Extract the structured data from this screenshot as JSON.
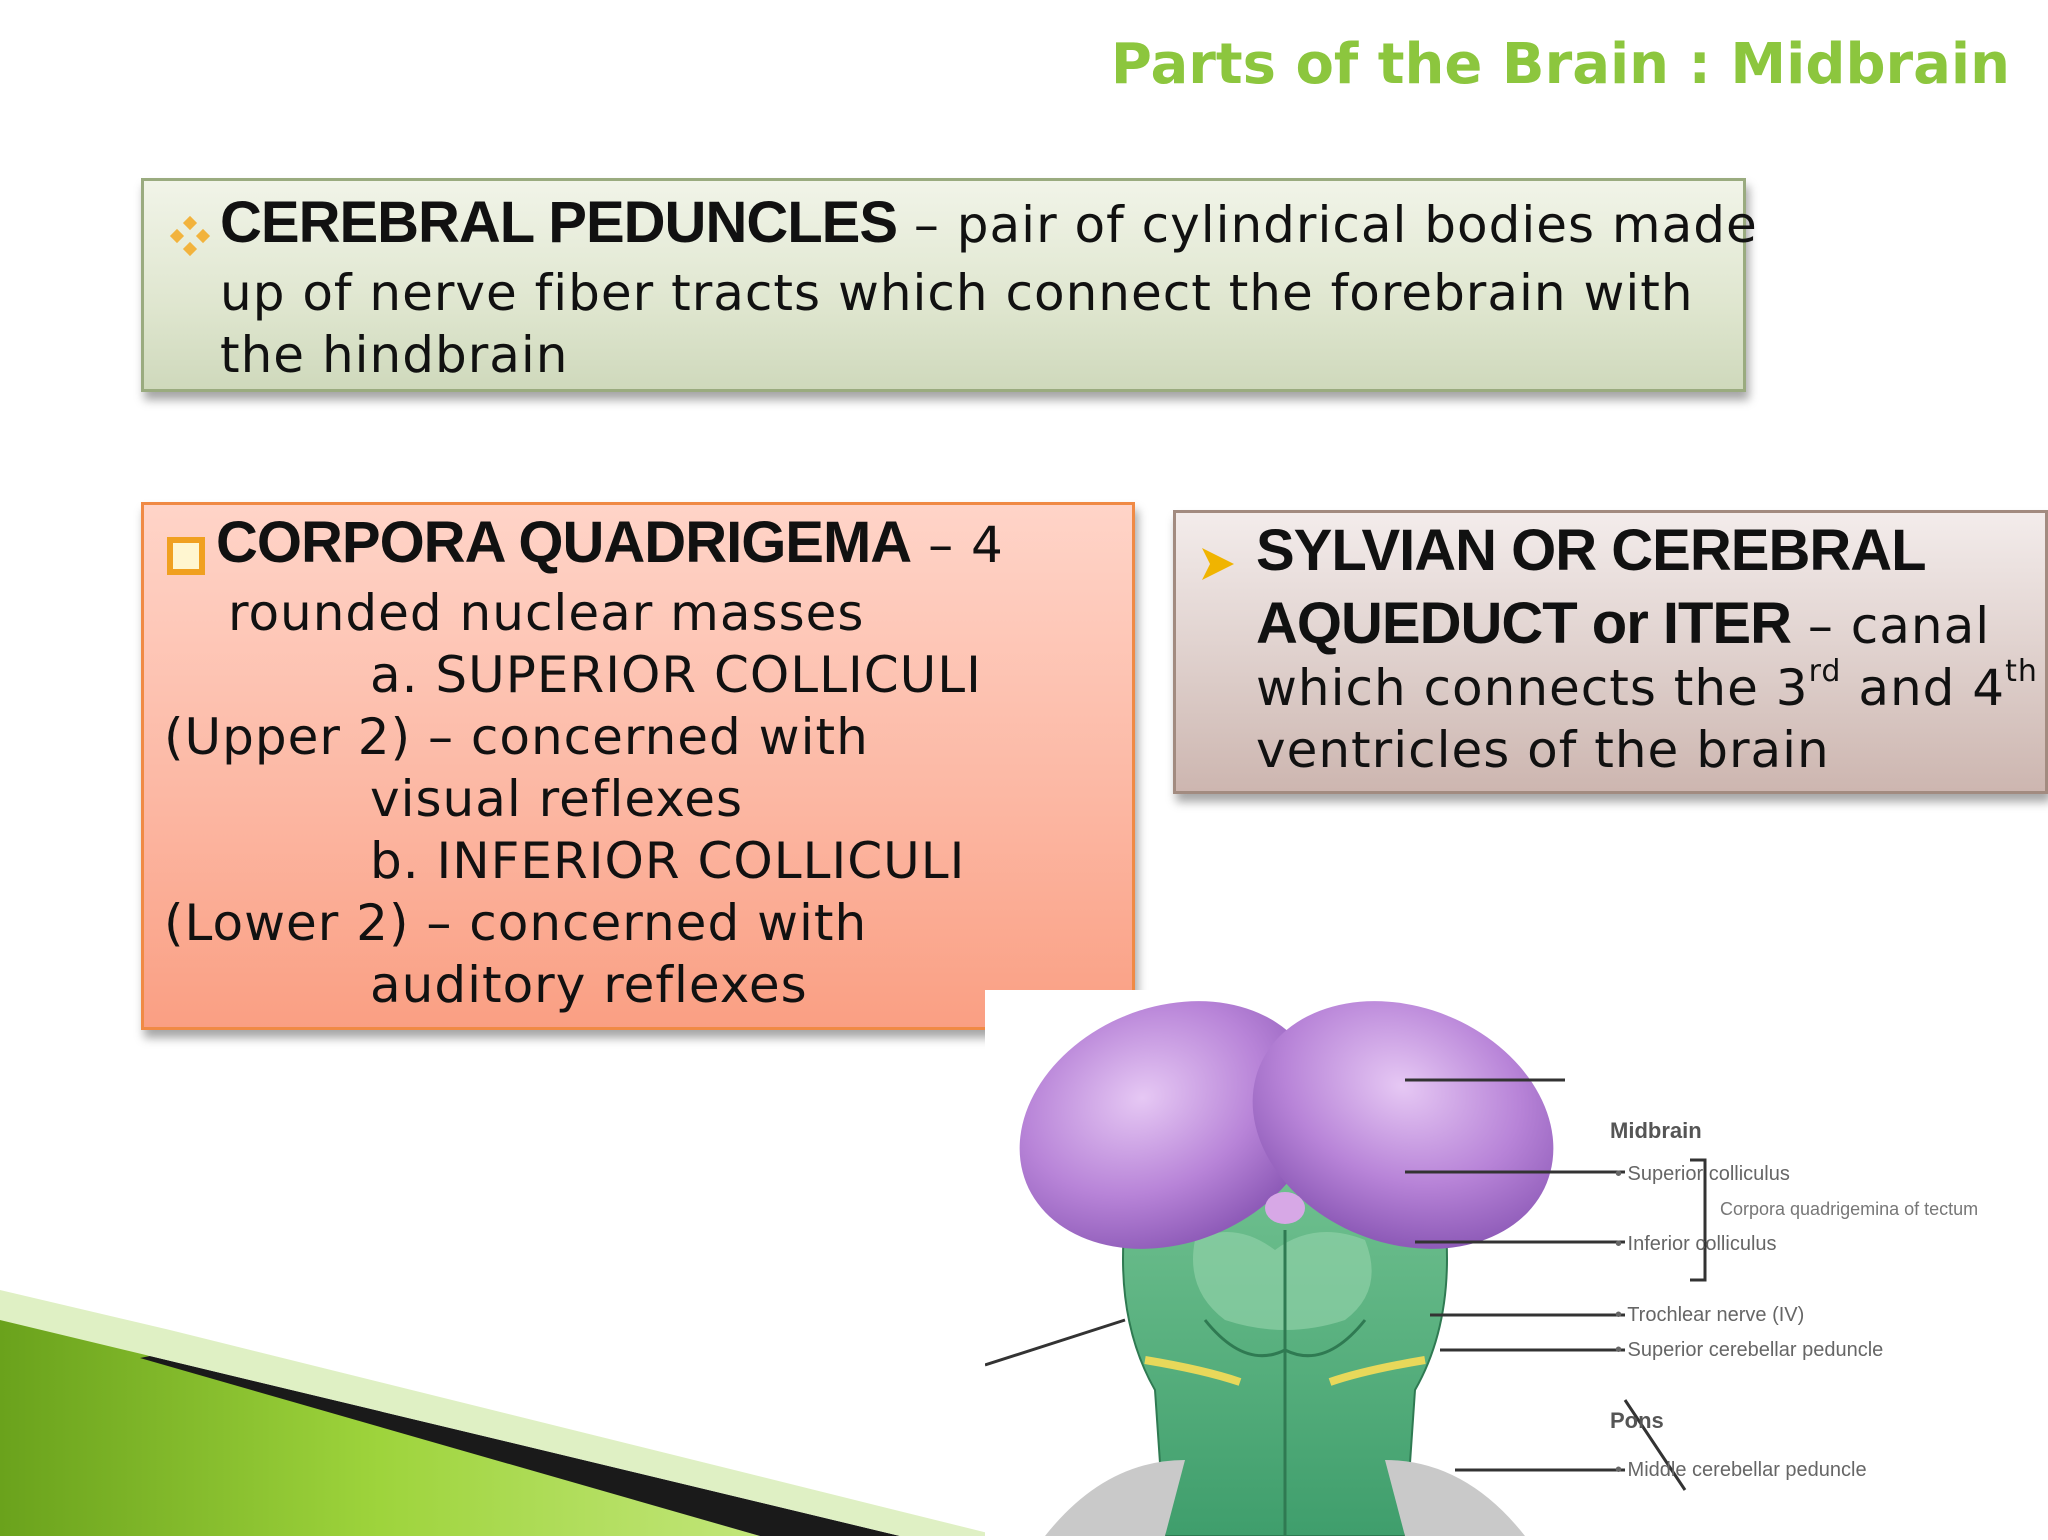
{
  "title": "Parts of the Brain : Midbrain",
  "peduncles": {
    "heading": "CEREBRAL PEDUNCLES",
    "text_line1": " – pair of cylindrical bodies made",
    "text_line2": "up of nerve fiber tracts which connect the forebrain with",
    "text_line3": "the hindbrain"
  },
  "corpora": {
    "heading": "CORPORA QUADRIGEMA",
    "line1_tail": " – 4",
    "line2": "rounded nuclear masses",
    "line3": "a.  SUPERIOR COLLICULI",
    "line4": "(Upper 2) – concerned with",
    "line5": "visual reflexes",
    "line6": "b.  INFERIOR COLLICULI",
    "line7": "(Lower 2) – concerned with",
    "line8": "auditory reflexes"
  },
  "sylvian": {
    "heading1": "SYLVIAN OR CEREBRAL",
    "heading2": "AQUEDUCT or ITER",
    "line2_tail": " –  canal",
    "line3_a": "which connects the 3",
    "sup1": "rd",
    "line3_b": " and 4",
    "sup2": "th",
    "line4": "ventricles of the brain"
  },
  "figure_labels": {
    "midbrain": "Midbrain",
    "superior": "• Superior colliculus",
    "inferior": "• Inferior colliculus",
    "corpora": "Corpora quadrigemina of tectum",
    "trochlear": "• Trochlear nerve (IV)",
    "sup_peduncle": "• Superior cerebellar peduncle",
    "pons": "Pons",
    "middle_peduncle": "• Middle cerebellar peduncle"
  },
  "colors": {
    "title": "#8cc63e",
    "bullet_diamond": "#f2b33d",
    "bullet_square": "#f0a020",
    "bullet_arrow": "#f0b400"
  }
}
